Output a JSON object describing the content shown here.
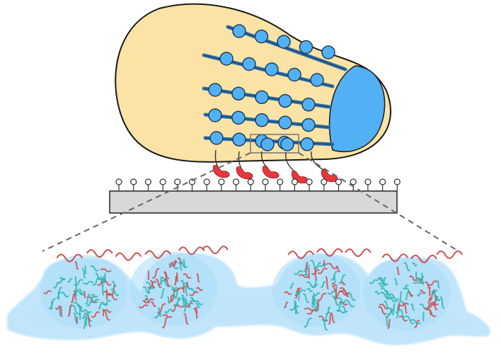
{
  "figure": {
    "cell": {
      "fill": "#fbe3a6",
      "stroke": "#1a1a1a"
    },
    "nucleus": {
      "fill": "#52b1f5"
    },
    "filament_rows": [
      {
        "beads": 5
      },
      {
        "beads": 5
      },
      {
        "beads": 5
      },
      {
        "beads": 5
      },
      {
        "beads": 5
      },
      {
        "beads": 3
      }
    ],
    "bead": {
      "fill": "#52b1f5",
      "stroke": "#1e3d5a",
      "line": "#2b6fa8"
    },
    "motors": {
      "count": 5,
      "fill": "#e8373a"
    },
    "substrate": {
      "fill": "#d8d8da",
      "stroke": "#222222",
      "posts": 20
    },
    "zoom_box": {
      "stroke": "#7a7a7a"
    },
    "densities": {
      "count": 4,
      "envelope": "#8fd0f7",
      "helix_cyan": "#2fb5b0",
      "helix_red": "#c9504f"
    }
  }
}
